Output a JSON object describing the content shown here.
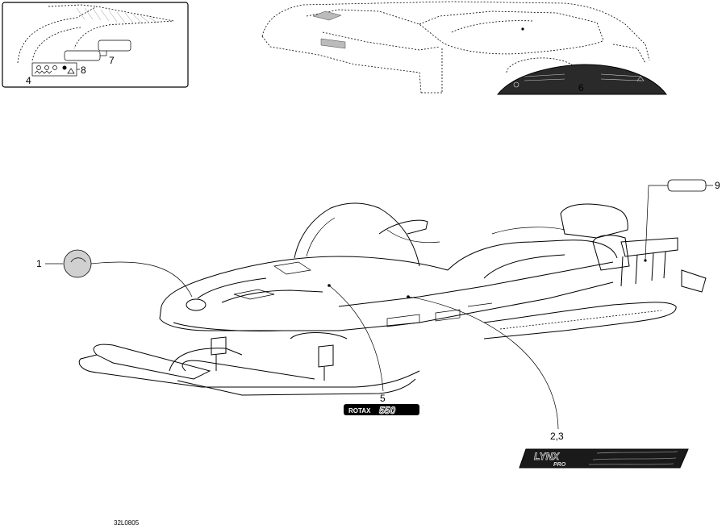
{
  "callouts": {
    "c1": "1",
    "c23": "2,3",
    "c4": "4",
    "c5": "5",
    "c6": "6",
    "c7": "7",
    "c8": "8",
    "c9": "9"
  },
  "decals": {
    "rotax_word": "ROTAX",
    "rotax_num": "550",
    "lynx_word": "LYNX",
    "pro_word": "PRO"
  },
  "drawing_ref": "32L0805",
  "colors": {
    "ink": "#000000",
    "paper": "#ffffff"
  }
}
